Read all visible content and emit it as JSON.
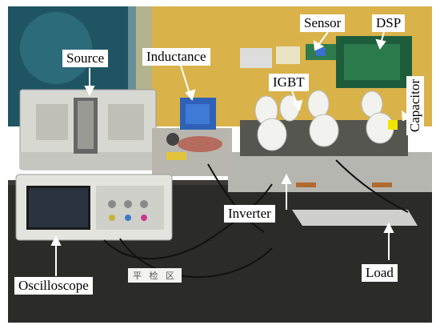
{
  "labels": {
    "source": "Source",
    "inductance": "Inductance",
    "sensor": "Sensor",
    "dsp": "DSP",
    "igbt": "IGBT",
    "capacitor": "Capacitor",
    "inverter": "Inverter",
    "load": "Load",
    "oscilloscope": "Oscilloscope"
  },
  "desk_sign": "平 检 区",
  "colors": {
    "wall_left": "#1f5563",
    "wall_right": "#d9b24a",
    "bench": "#2b2b28",
    "arrow": "#ffffff"
  }
}
